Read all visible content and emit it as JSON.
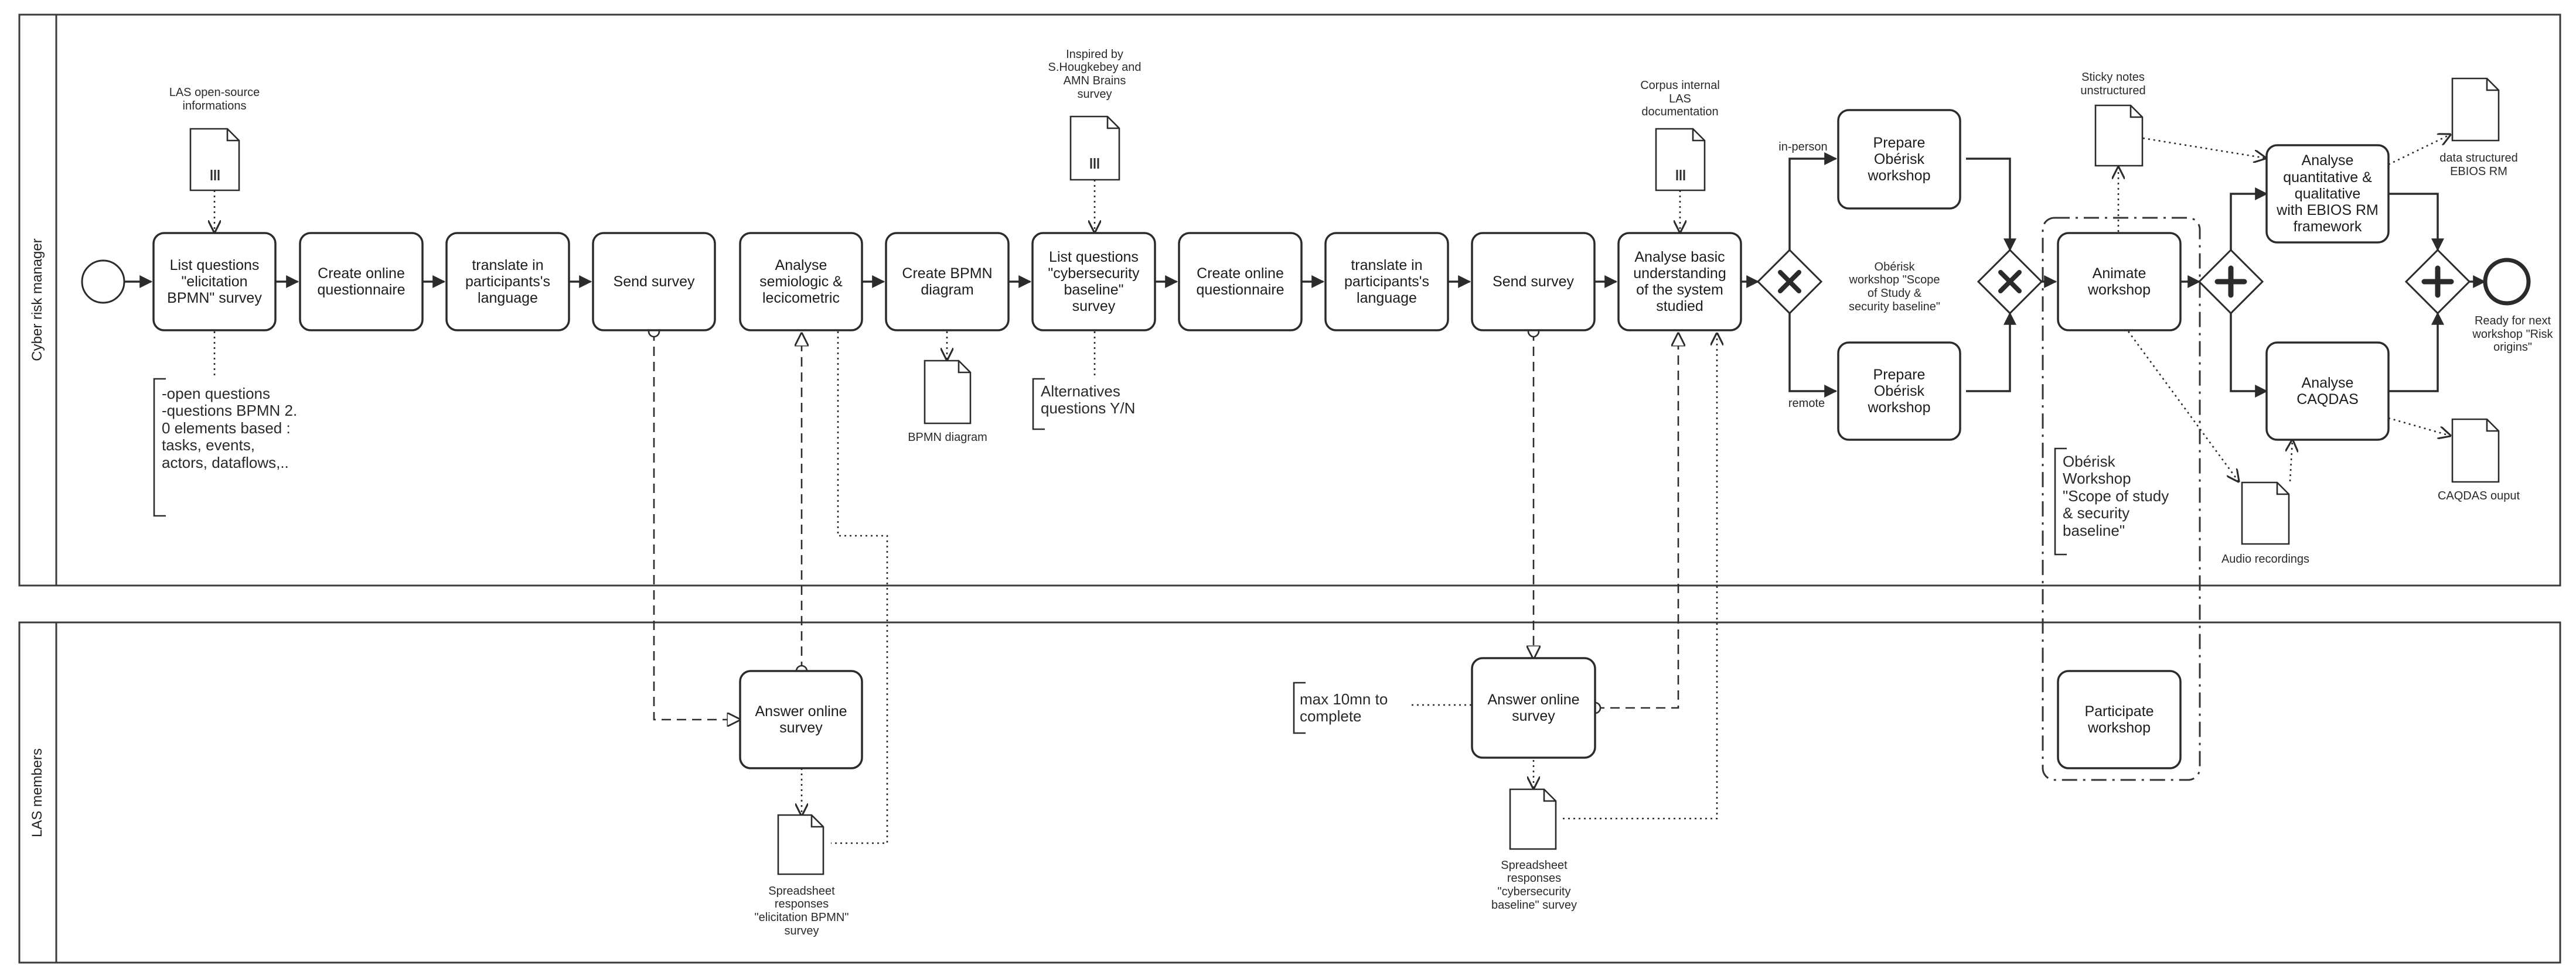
{
  "lanes": [
    {
      "id": "crm",
      "label": "Cyber risk manager"
    },
    {
      "id": "las",
      "label": "LAS members"
    }
  ],
  "tasks": [
    {
      "id": "t1",
      "label": "List questions\n\"elicitation\nBPMN\" survey"
    },
    {
      "id": "t2",
      "label": "Create online\nquestionnaire"
    },
    {
      "id": "t3",
      "label": "translate in\nparticipants's\nlanguage"
    },
    {
      "id": "t4",
      "label": "Send survey"
    },
    {
      "id": "t5",
      "label": "Analyse\nsemiologic &\nlecicometric"
    },
    {
      "id": "t6",
      "label": "Create BPMN\ndiagram"
    },
    {
      "id": "t7",
      "label": "List questions\n\"cybersecurity\nbaseline\"\nsurvey"
    },
    {
      "id": "t8",
      "label": "Create online\nquestionnaire"
    },
    {
      "id": "t9",
      "label": "translate in\nparticipants's\nlanguage"
    },
    {
      "id": "t10",
      "label": "Send survey"
    },
    {
      "id": "t11",
      "label": "Analyse basic\nunderstanding\nof the system\nstudied"
    },
    {
      "id": "t12",
      "label": "Prepare\nObérisk\nworkshop"
    },
    {
      "id": "t13",
      "label": "Prepare\nObérisk\nworkshop"
    },
    {
      "id": "t14",
      "label": "Animate\nworkshop"
    },
    {
      "id": "t15",
      "label": "Analyse\nquantitative &\nqualitative\nwith EBIOS RM\nframework"
    },
    {
      "id": "t16",
      "label": "Analyse\nCAQDAS"
    },
    {
      "id": "t17",
      "label": "Answer online\nsurvey"
    },
    {
      "id": "t18",
      "label": "Answer online\nsurvey"
    },
    {
      "id": "t19",
      "label": "Participate\nworkshop"
    }
  ],
  "data_stores": [
    {
      "id": "d1",
      "label": "LAS open-source\ninformations"
    },
    {
      "id": "d2",
      "label": "Inspired by\nS.Hougkebey and\nAMN Brains\nsurvey"
    },
    {
      "id": "d3",
      "label": "Corpus internal\nLAS\ndocumentation"
    },
    {
      "id": "d4",
      "label": "BPMN diagram"
    },
    {
      "id": "d5",
      "label": "Sticky notes\nunstructured"
    },
    {
      "id": "d6",
      "label": "data structured\nEBIOS RM"
    },
    {
      "id": "d7",
      "label": "Audio recordings"
    },
    {
      "id": "d8",
      "label": "CAQDAS ouput"
    },
    {
      "id": "d9",
      "label": "Spreadsheet\nresponses\n\"elicitation BPMN\"\nsurvey"
    },
    {
      "id": "d10",
      "label": "Spreadsheet\nresponses\n\"cybersecurity\nbaseline\" survey"
    }
  ],
  "annotations": [
    {
      "id": "a1",
      "label": "-open questions\n-questions BPMN 2.\n0 elements based :\ntasks, events,\nactors, dataflows,.."
    },
    {
      "id": "a2",
      "label": "Alternatives\nquestions Y/N"
    },
    {
      "id": "a3",
      "label": "Obérisk\nWorkshop\n\"Scope of study\n& security\nbaseline\""
    },
    {
      "id": "a4",
      "label": "max 10mn to\ncomplete"
    }
  ],
  "gateway_labels": {
    "in_person": "in-person",
    "remote": "remote",
    "workshop_note": "Obérisk\nworkshop \"Scope\nof Study &\nsecurity baseline\""
  },
  "end_event_label": "Ready for next\nworkshop \"Risk\norigins\"",
  "colors": {
    "stroke": "#2b2b2b",
    "fill": "#ffffff",
    "text": "#222222"
  }
}
